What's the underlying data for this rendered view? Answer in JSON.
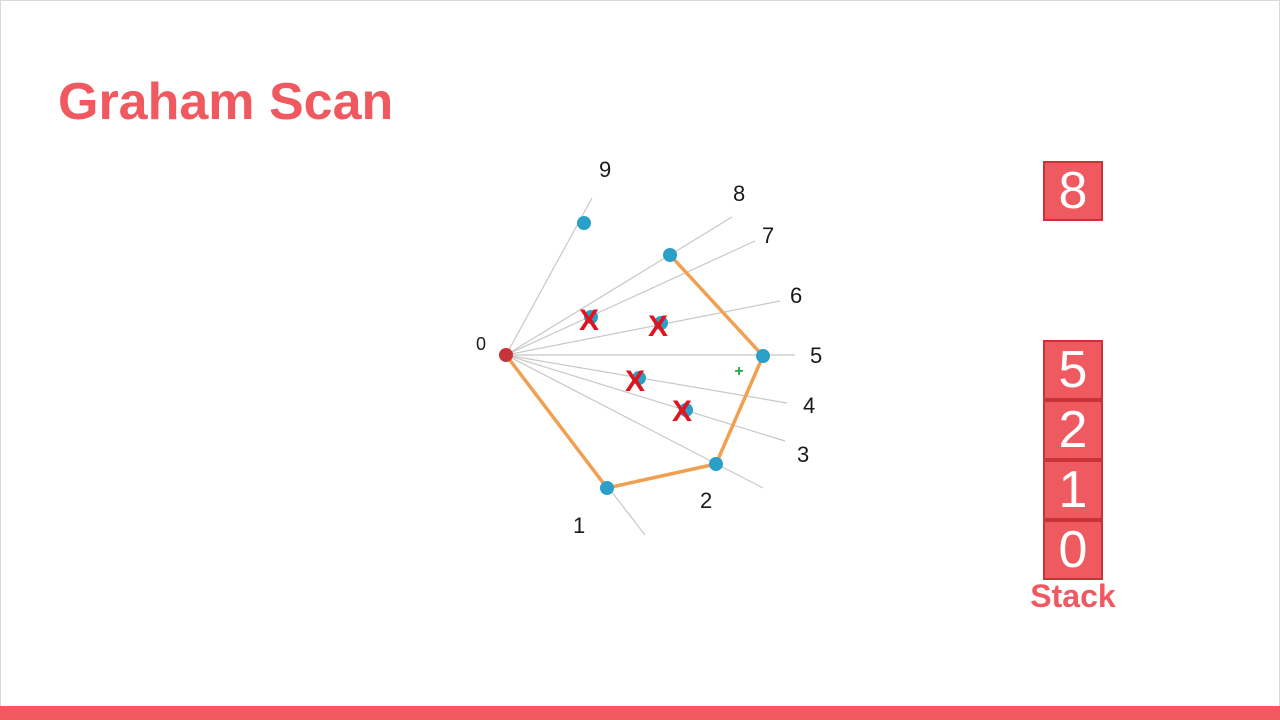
{
  "slide": {
    "title": "Graham Scan"
  },
  "diagram": {
    "origin_label": "0",
    "point_labels": [
      "1",
      "2",
      "3",
      "4",
      "5",
      "6",
      "7",
      "8",
      "9"
    ],
    "rejected_mark": "X",
    "positive_mark": "+"
  },
  "stack": {
    "label": "Stack",
    "top_item": "8",
    "items": [
      "5",
      "2",
      "1",
      "0"
    ]
  },
  "colors": {
    "accent": "#f0595f",
    "hull": "#f0a050",
    "point": "#2aa0c8",
    "origin": "#c8343a",
    "ray": "#c8c8c8",
    "reject": "#e0141e",
    "plus": "#22aa44"
  }
}
